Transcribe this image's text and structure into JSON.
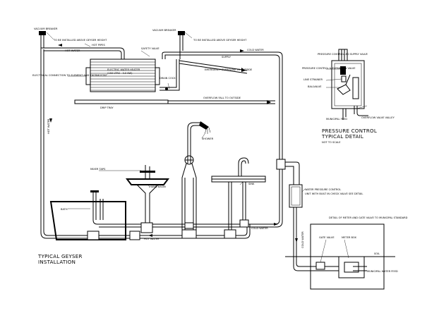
{
  "title": {
    "line1": "TYPICAL  GEYSER",
    "line2": "INSTALLATION"
  },
  "detail": {
    "line1": "PRESSURE  CONTROL",
    "line2": "TYPICAL  DETAIL",
    "scale": "NOT TO SCALE"
  },
  "labels": {
    "vacuum_breaker_left": "VACUUM BREAKER",
    "to_be_installed_left": "TO BE INSTALLED ABOVE GEYSER HEIGHT",
    "hot_water_top": "HOT WATER",
    "hot_pipes": "HOT PIPES",
    "safety_valve": "SAFETY VALVE",
    "vacuum_breaker_mid": "VACUUM BREAKER",
    "to_be_installed_mid": "TO BE INSTALLED ABOVE GEYSER HEIGHT",
    "supply": "SUPPLY",
    "cold_water_top": "COLD WATER",
    "electric_heater": "ELECTRIC WATER HEATER",
    "heater_capacity": "(150 LTRS - 3.0 KW)",
    "electrical_connection": "ELECTRICAL CONNECTION TO ELEMENT AND THERMOSTAT",
    "drain_cock": "DRAIN COCK",
    "emergency_overflow": "EMERGENCY OVERFLOW TO OUTSIDE",
    "drip_tray": "DRIP TRAY",
    "overflow_fall": "OVERFLOW FALL TO OUTSIDE",
    "hot_water_vertical": "HOT WATER",
    "shower": "SHOWER",
    "mixer_taps": "MIXER TAPS",
    "hand_basin": "HAND BASIN",
    "sink": "SINK",
    "bath": "BATH",
    "hot_water_bottom": "HOT WATER",
    "cold_water_bottom": "COLD WATER",
    "water_pressure_control": "WATER PRESSURE CONTROL",
    "see_detail": "UNIT WITH BUILT IN CHECK VALVE SEE DETAIL",
    "cold_water_vertical": "COLD WATER",
    "detail_meter": "DETAIL OF METER AND GATE VALVE TO MUNICIPAL STANDARD",
    "gate_valve": "GATE VALVE",
    "meter_box": "METER BOX",
    "municipal_water_feed": "MUNICIPAL WATER FEED",
    "soil": "SOIL",
    "pc_title": "PRESSURE CONTROLLED SUPPLY VALVE",
    "pc_valve": "PRESSURE CONTROL & EXPANSION VALVE",
    "line_strainer": "LINE STRAINER",
    "ball_valve": "BALLVALVE",
    "municipal_feed": "MUNICIPAL FEED",
    "overflow_valley": "OVERFLOW VALVE VALLEY"
  }
}
